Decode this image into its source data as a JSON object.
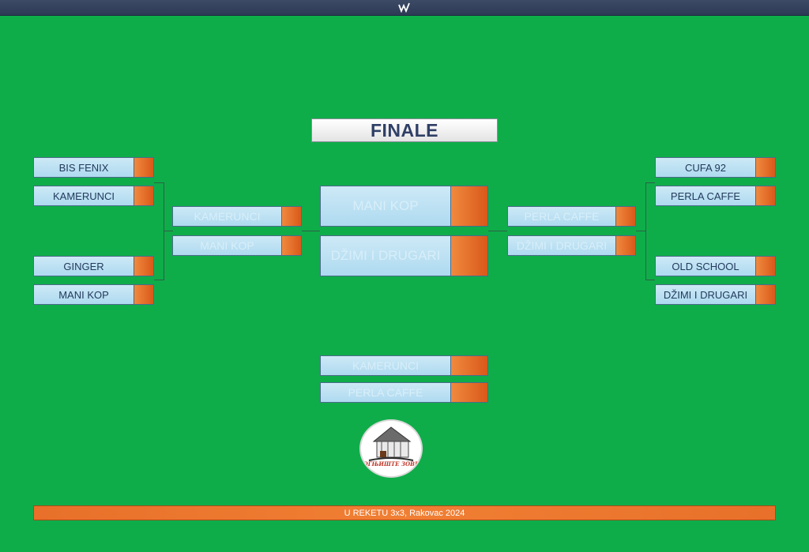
{
  "header": {
    "app_icon": "w-logo-icon"
  },
  "title": "FINALE",
  "left_bracket": {
    "round1": [
      "BIS FENIX",
      "KAMERUNCI",
      "GINGER",
      "MANI KOP"
    ]
  },
  "right_bracket": {
    "round1": [
      "CUFA 92",
      "PERLA CAFFE",
      "OLD SCHOOL",
      "DŽIMI I DRUGARI"
    ]
  },
  "faded_labels": {
    "left_semi_1": "KAMERUNCI",
    "left_semi_2": "MANI KOP",
    "right_semi_1": "PERLA CAFFE",
    "right_semi_2": "DŽIMI I DRUGARI",
    "final_1": "MANI KOP",
    "final_2": "DŽIMI I DRUGARI",
    "third_1": "KAMERUNCI",
    "third_2": "PERLA CAFFE"
  },
  "logo": {
    "caption": "ОГЊИШТЕ ЗОВЕ"
  },
  "footer": "U REKETU 3x3, Rakovac 2024",
  "colors": {
    "background": "#0fad4a",
    "score": "#e8702a",
    "team": "#aedaf0",
    "title_text": "#2f3f66"
  }
}
